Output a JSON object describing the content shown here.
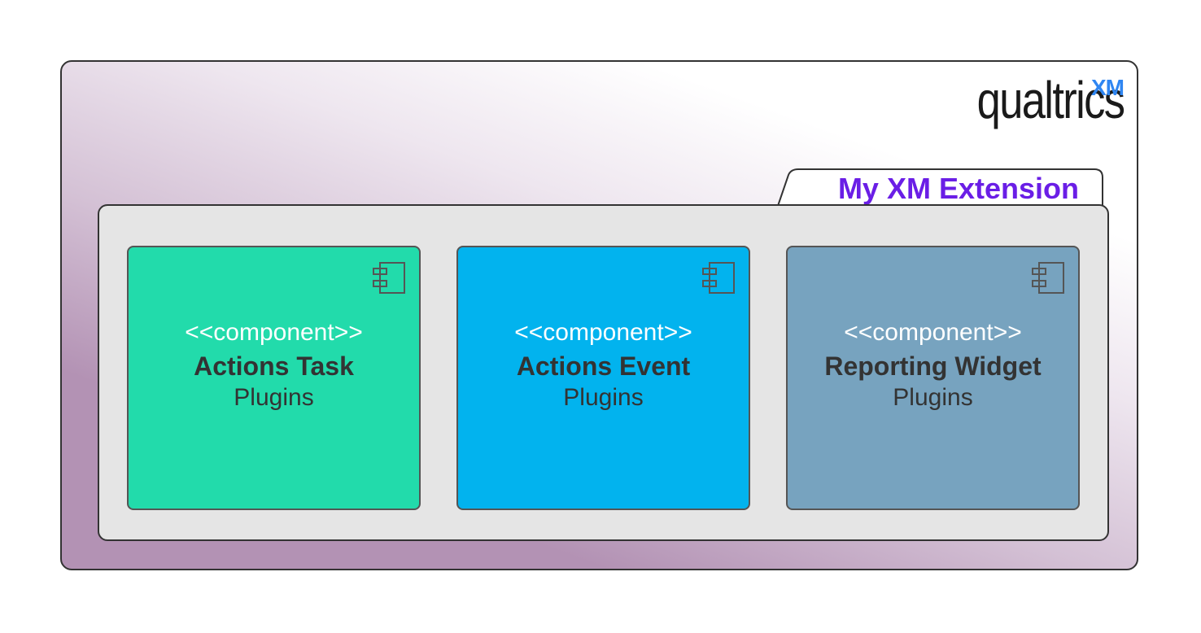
{
  "logo": {
    "word": "qualtrics",
    "superscript": "XM"
  },
  "package": {
    "label": "My XM Extension"
  },
  "components": [
    {
      "stereotype": "<<component>>",
      "name": "Actions Task",
      "subtitle": "Plugins",
      "color": "#22dbab"
    },
    {
      "stereotype": "<<component>>",
      "name": "Actions Event",
      "subtitle": "Plugins",
      "color": "#02b3ee"
    },
    {
      "stereotype": "<<component>>",
      "name": "Reporting Widget",
      "subtitle": "Plugins",
      "color": "#77a3bf"
    }
  ],
  "colors": {
    "outer_gradient_start": "#b392b4",
    "package_background": "#e5e5e5",
    "package_label": "#6a1ee6",
    "logo_accent": "#2f86f2"
  },
  "icons": {
    "component_icon": "uml-component-icon"
  }
}
